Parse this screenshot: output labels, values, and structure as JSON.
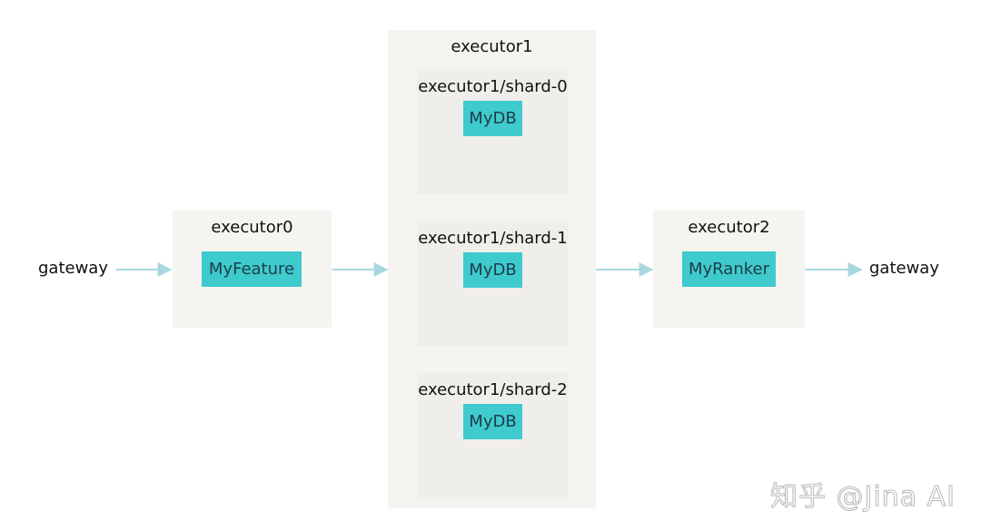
{
  "gateway_in": "gateway",
  "gateway_out": "gateway",
  "executor0": {
    "title": "executor0",
    "node": "MyFeature"
  },
  "executor1": {
    "title": "executor1",
    "shards": [
      {
        "title": "executor1/shard-0",
        "node": "MyDB"
      },
      {
        "title": "executor1/shard-1",
        "node": "MyDB"
      },
      {
        "title": "executor1/shard-2",
        "node": "MyDB"
      }
    ]
  },
  "executor2": {
    "title": "executor2",
    "node": "MyRanker"
  },
  "watermark": "知乎 @Jina AI",
  "colors": {
    "node": "#3fcacd",
    "cluster": "#f5f4f0",
    "edge": "#a8d8de"
  }
}
